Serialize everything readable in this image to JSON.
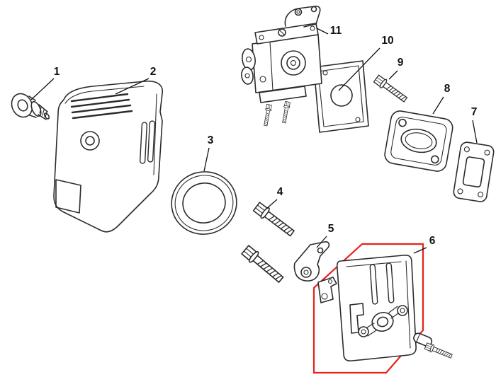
{
  "diagram": {
    "type": "exploded-parts-diagram",
    "background": "#ffffff",
    "line_color": "#2b2b2b",
    "label_color": "#111111",
    "highlight_color": "#e5231b",
    "parts": [
      {
        "number": "1"
      },
      {
        "number": "2"
      },
      {
        "number": "3"
      },
      {
        "number": "4"
      },
      {
        "number": "5"
      },
      {
        "number": "6"
      },
      {
        "number": "7"
      },
      {
        "number": "8"
      },
      {
        "number": "9"
      },
      {
        "number": "10"
      },
      {
        "number": "11"
      }
    ]
  }
}
